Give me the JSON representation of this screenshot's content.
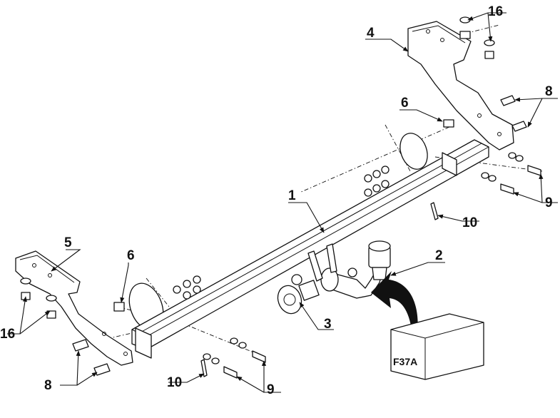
{
  "callouts": {
    "c1": "1",
    "c2": "2",
    "c3": "3",
    "c4": "4",
    "c5": "5",
    "c6_top": "6",
    "c6_left": "6",
    "c8_right": "8",
    "c8_left": "8",
    "c9_right": "9",
    "c9_bottom": "9",
    "c10_right": "10",
    "c10_bottom": "10",
    "c16_top": "16",
    "c16_left": "16"
  },
  "box_code": "F37A"
}
